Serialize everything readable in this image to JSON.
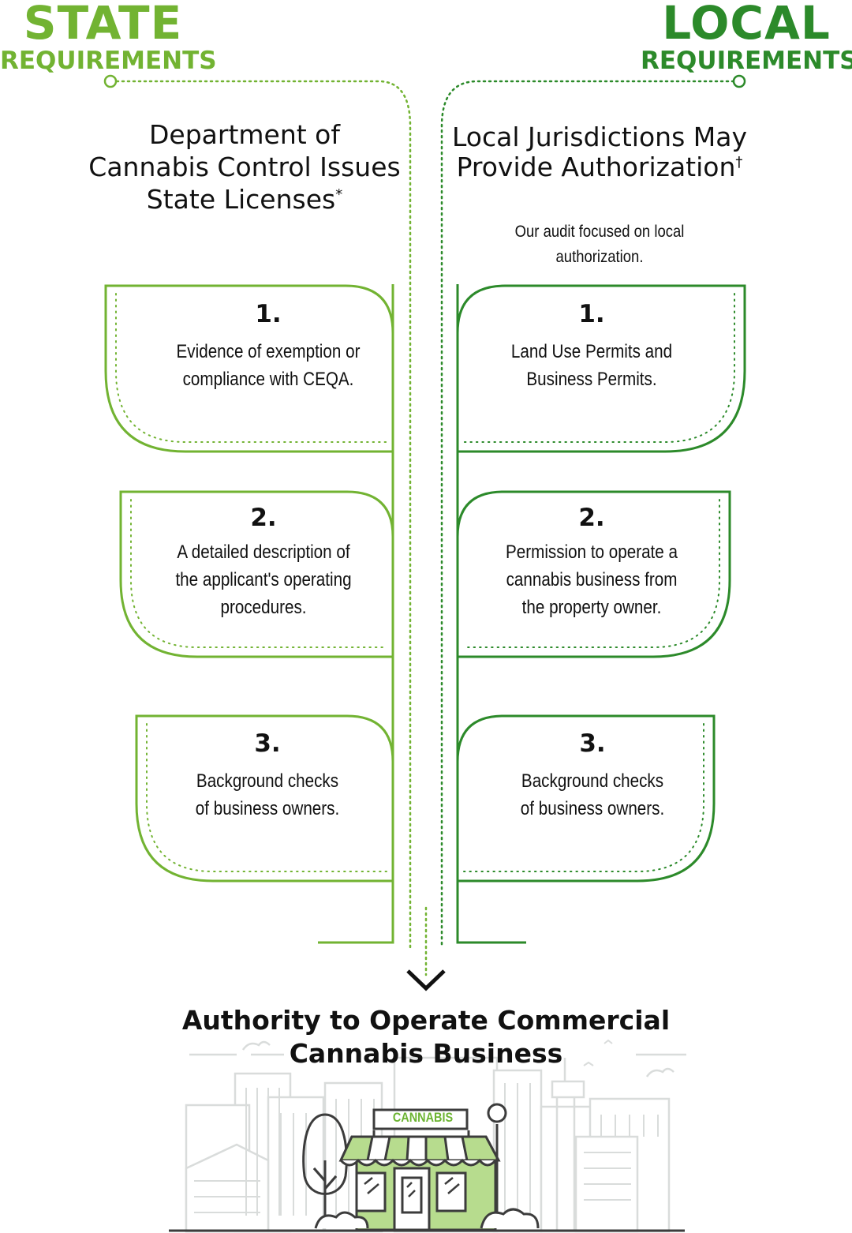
{
  "state": {
    "header_big": "STATE",
    "header_small": "REQUIREMENTS",
    "title": "Department of Cannabis Control Issues State Licenses",
    "title_mark": "*",
    "items": [
      {
        "number": "1.",
        "text": "Evidence of exemption or compliance with CEQA."
      },
      {
        "number": "2.",
        "text": "A detailed description of the applicant's operating procedures."
      },
      {
        "number": "3.",
        "text": "Background checks of business owners."
      }
    ]
  },
  "local": {
    "header_big": "LOCAL",
    "header_small": "REQUIREMENTS",
    "title": "Local Jurisdictions May Provide Authorization",
    "title_mark": "†",
    "note": "Our audit focused on local authorization.",
    "items": [
      {
        "number": "1.",
        "text": "Land Use Permits and Business Permits."
      },
      {
        "number": "2.",
        "text": "Permission to operate a cannabis business from the property owner."
      },
      {
        "number": "3.",
        "text": "Background checks of business owners."
      }
    ]
  },
  "result": "Authority to Operate Commercial Cannabis Business",
  "storefront_sign": "CANNABIS",
  "colors": {
    "state_green": "#72b332",
    "local_green": "#2c8a2a",
    "city_gray": "#d9dcdb",
    "store_green": "#b7dc8e"
  }
}
